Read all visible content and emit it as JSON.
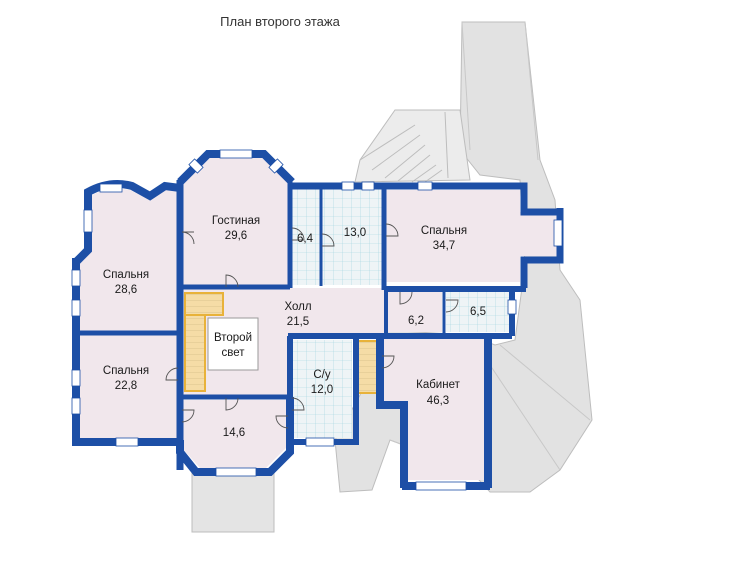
{
  "title": "План второго этажа",
  "colors": {
    "wall": "#1d4fa6",
    "room_fill": "#f1e7ec",
    "roof": "#e1e1e1",
    "roof_line": "#bdbdbd",
    "tile": "#eef4f6",
    "tile_line": "#7cc4d4",
    "stair": "#e8b23a",
    "window": "#ffffff"
  },
  "rooms": {
    "bedroom_left_top": {
      "name": "Спальня",
      "area": "28,6"
    },
    "bedroom_left_bottom": {
      "name": "Спальня",
      "area": "22,8"
    },
    "living_room": {
      "name": "Гостиная",
      "area": "29,6"
    },
    "bath_small": {
      "area": "6,4"
    },
    "bath_large": {
      "area": "13,0"
    },
    "bedroom_right": {
      "name": "Спальня",
      "area": "34,7"
    },
    "hall": {
      "name": "Холл",
      "area": "21,5"
    },
    "void": {
      "line1": "Второй",
      "line2": "свет"
    },
    "wc_small": {
      "area": "6,2"
    },
    "wc_tiled": {
      "area": "6,5"
    },
    "bathroom_su": {
      "name": "С/у",
      "area": "12,0"
    },
    "study": {
      "name": "Кабинет",
      "area": "46,3"
    },
    "bay_room": {
      "area": "14,6"
    }
  }
}
